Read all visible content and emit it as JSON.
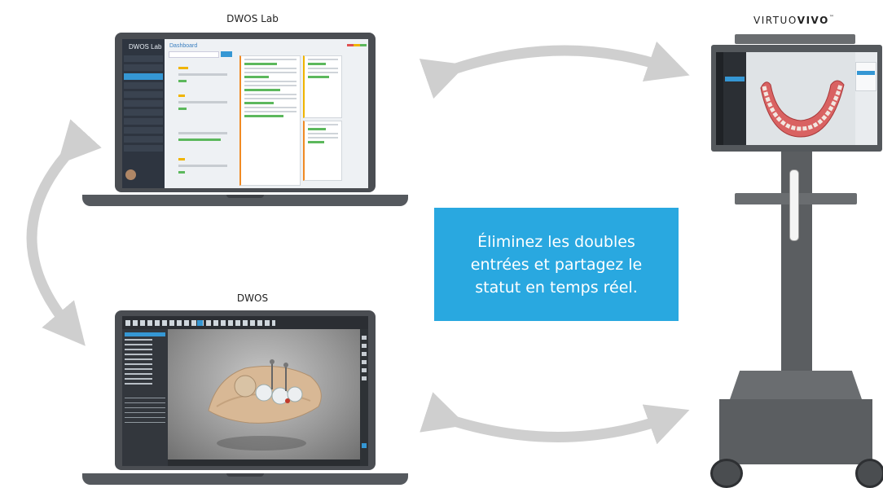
{
  "labels": {
    "dwos_lab": "DWOS Lab",
    "dwos": "DWOS",
    "virtuo_prefix": "VIRTUO",
    "virtuo_bold": "VIVO",
    "virtuo_tm": "™"
  },
  "callout": {
    "line1": "Éliminez les doubles",
    "line2": "entrées et partagez le",
    "line3": "statut en temps réel."
  },
  "dwos_lab_app": {
    "logo": "DWOS Lab",
    "page_title": "Dashboard"
  },
  "colors": {
    "callout_bg": "#29a8e0",
    "arrow_gray": "#cfcfcf",
    "device_gray": "#4a4d52",
    "accent_blue": "#3597d4"
  },
  "icons": [
    "bidirectional-arrow-icon",
    "tooth-model-icon",
    "dental-arch-icon"
  ]
}
